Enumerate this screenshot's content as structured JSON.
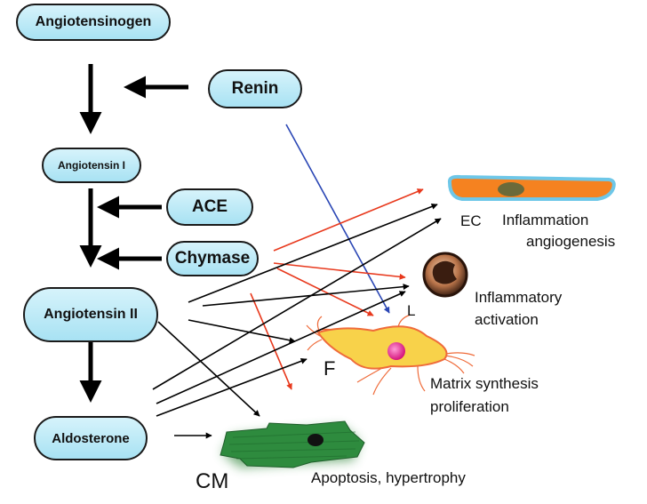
{
  "nodes": {
    "angiotensinogen": "Angiotensinogen",
    "renin": "Renin",
    "angiotensin_i": "Angiotensin I",
    "ace": "ACE",
    "chymase": "Chymase",
    "angiotensin_ii": "Angiotensin II",
    "aldosterone": "Aldosterone"
  },
  "cells": {
    "ec": {
      "label": "EC",
      "effect": [
        "Inflammation",
        "angiogenesis"
      ]
    },
    "l": {
      "label": "L",
      "effect": [
        "Inflammatory",
        "activation"
      ]
    },
    "f": {
      "label": "F",
      "effect": [
        "Matrix synthesis",
        "proliferation"
      ]
    },
    "cm": {
      "label": "CM",
      "effect": "Apoptosis, hypertrophy"
    }
  },
  "colors": {
    "node_fill": "#a8e2f3",
    "black_arrow": "#000000",
    "red_arrow": "#e8391d",
    "blue_arrow": "#2b47b5",
    "ec_cell": "#f58220",
    "fibroblast": "#f8d24a",
    "cardiomyocyte": "#2e8b3e"
  }
}
